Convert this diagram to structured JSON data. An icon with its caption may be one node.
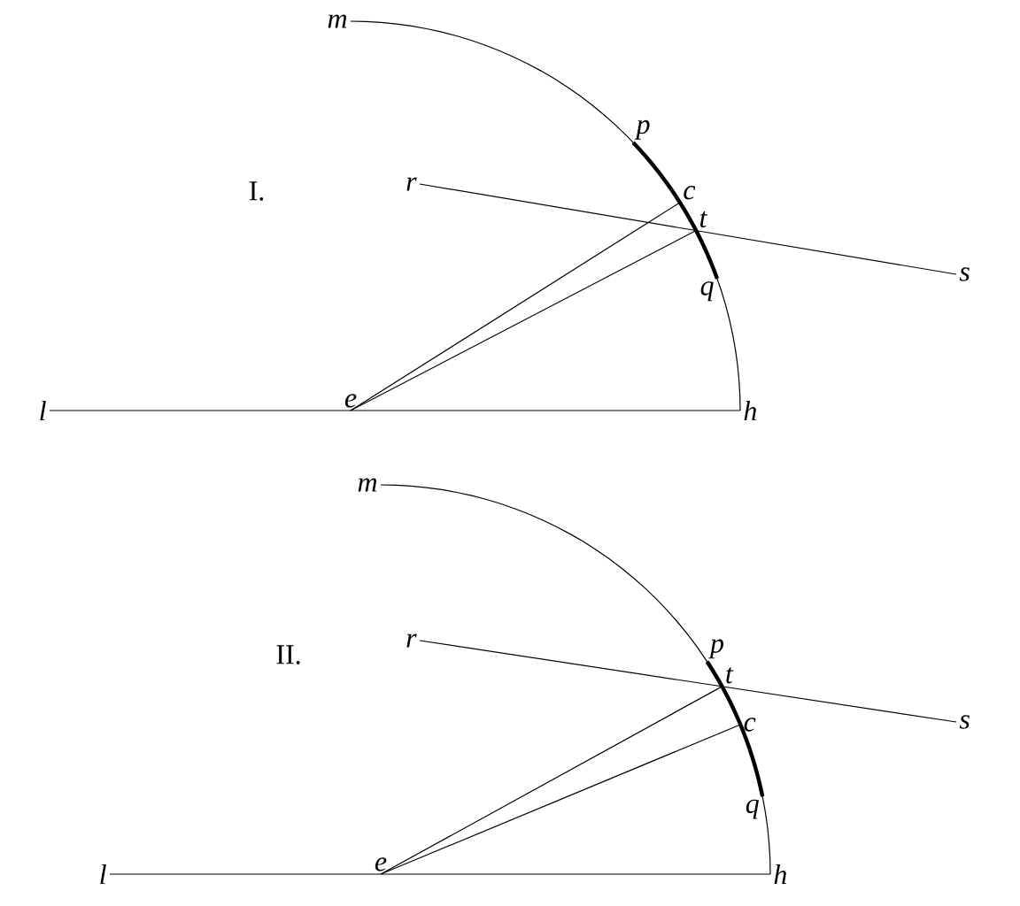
{
  "diagram": {
    "nodes": [
      {
        "text": [
          "m"
        ]
      },
      {
        "text": [
          "p"
        ]
      },
      {
        "text": [
          "r"
        ]
      },
      {
        "text": [
          "c"
        ]
      },
      {
        "text": [
          "t"
        ]
      },
      {
        "text": [
          "s"
        ]
      },
      {
        "text": [
          "q"
        ]
      },
      {
        "text": [
          "e"
        ]
      },
      {
        "text": [
          "l"
        ]
      },
      {
        "text": [
          "h"
        ]
      },
      {
        "text": [
          "m"
        ]
      },
      {
        "text": [
          "p"
        ]
      },
      {
        "text": [
          "r"
        ]
      },
      {
        "text": [
          "t"
        ]
      },
      {
        "text": [
          "c"
        ]
      },
      {
        "text": [
          "s"
        ]
      },
      {
        "text": [
          "q"
        ]
      },
      {
        "text": [
          "e"
        ]
      },
      {
        "text": [
          "l"
        ]
      },
      {
        "text": [
          "h"
        ]
      }
    ],
    "edges": [
      {
        "from": 0,
        "to": 9,
        "arrow": "none"
      },
      {
        "from": 1,
        "to": 6,
        "arrow": "none",
        "style": "thick"
      },
      {
        "from": 2,
        "to": 5,
        "arrow": "none"
      },
      {
        "from": 7,
        "to": 3,
        "arrow": "none"
      },
      {
        "from": 7,
        "to": 4,
        "arrow": "none"
      },
      {
        "from": 8,
        "to": 9,
        "arrow": "none"
      },
      {
        "from": 10,
        "to": 19,
        "arrow": "none"
      },
      {
        "from": 11,
        "to": 16,
        "arrow": "none",
        "style": "thick"
      },
      {
        "from": 12,
        "to": 15,
        "arrow": "none"
      },
      {
        "from": 17,
        "to": 13,
        "arrow": "none"
      },
      {
        "from": 17,
        "to": 14,
        "arrow": "none"
      },
      {
        "from": 18,
        "to": 19,
        "arrow": "none"
      }
    ],
    "labels": [
      "I.",
      "II."
    ]
  }
}
